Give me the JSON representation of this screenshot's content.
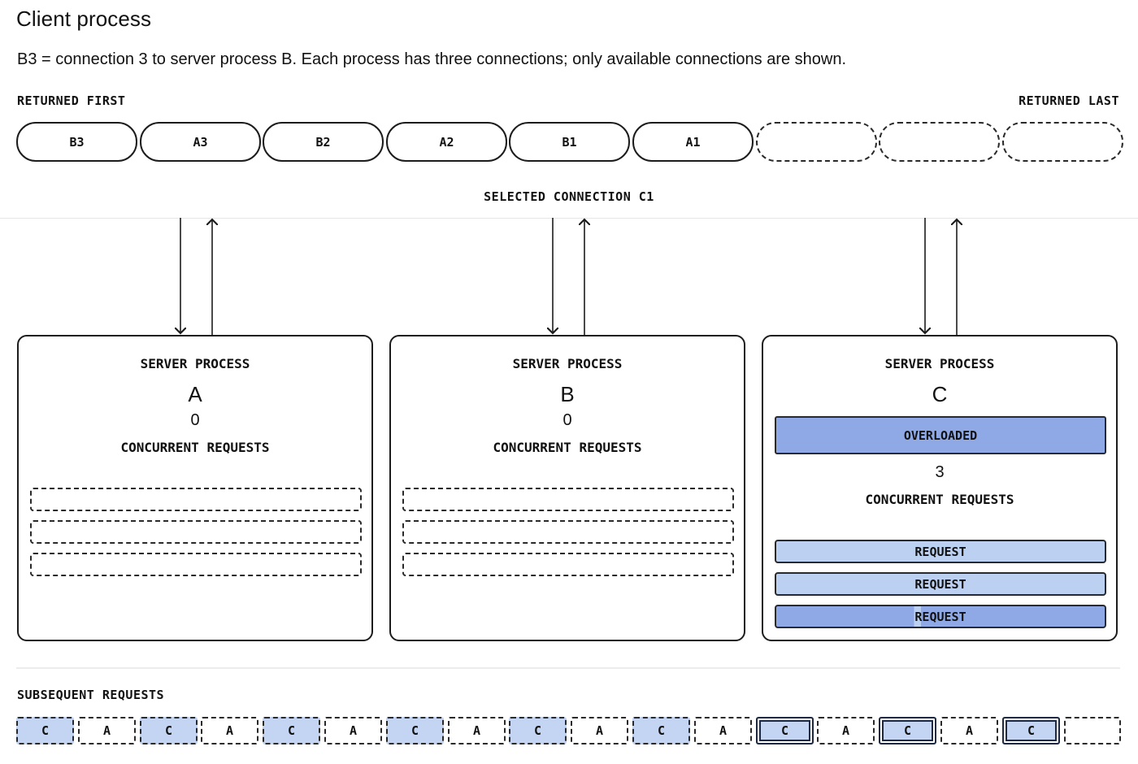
{
  "header": {
    "title": "Client process",
    "subtitle": "B3 = connection 3 to server process B. Each process has three connections; only available connections are shown."
  },
  "queue": {
    "returned_first_label": "RETURNED FIRST",
    "returned_last_label": "RETURNED LAST",
    "connections": [
      "B3",
      "A3",
      "B2",
      "A2",
      "B1",
      "A1",
      "",
      "",
      ""
    ]
  },
  "selected_label": "SELECTED CONNECTION C1",
  "servers": [
    {
      "label": "SERVER PROCESS",
      "letter": "A",
      "count": "0",
      "concurrent_label": "CONCURRENT REQUESTS",
      "overloaded": false,
      "requests": []
    },
    {
      "label": "SERVER PROCESS",
      "letter": "B",
      "count": "0",
      "concurrent_label": "CONCURRENT REQUESTS",
      "overloaded": false,
      "requests": []
    },
    {
      "label": "SERVER PROCESS",
      "letter": "C",
      "count": "3",
      "concurrent_label": "CONCURRENT REQUESTS",
      "overloaded": true,
      "overloaded_label": "OVERLOADED",
      "requests": [
        "REQUEST",
        "REQUEST",
        "REQUEST"
      ]
    }
  ],
  "subsequent": {
    "label": "SUBSEQUENT REQUESTS",
    "items": [
      {
        "letter": "C",
        "state": "queued"
      },
      {
        "letter": "A",
        "state": "plain"
      },
      {
        "letter": "C",
        "state": "queued"
      },
      {
        "letter": "A",
        "state": "plain"
      },
      {
        "letter": "C",
        "state": "queued"
      },
      {
        "letter": "A",
        "state": "plain"
      },
      {
        "letter": "C",
        "state": "queued"
      },
      {
        "letter": "A",
        "state": "plain"
      },
      {
        "letter": "C",
        "state": "queued"
      },
      {
        "letter": "A",
        "state": "plain"
      },
      {
        "letter": "C",
        "state": "queued"
      },
      {
        "letter": "A",
        "state": "plain"
      },
      {
        "letter": "C",
        "state": "selected"
      },
      {
        "letter": "A",
        "state": "plain"
      },
      {
        "letter": "C",
        "state": "selected"
      },
      {
        "letter": "A",
        "state": "plain"
      },
      {
        "letter": "C",
        "state": "selected"
      },
      {
        "letter": "",
        "state": "empty"
      }
    ]
  },
  "colors": {
    "request_light": "#bcd1f2",
    "request_strong": "#8fa9e6",
    "queued_fill": "#c3d5f3",
    "border": "#1c1c1c"
  }
}
